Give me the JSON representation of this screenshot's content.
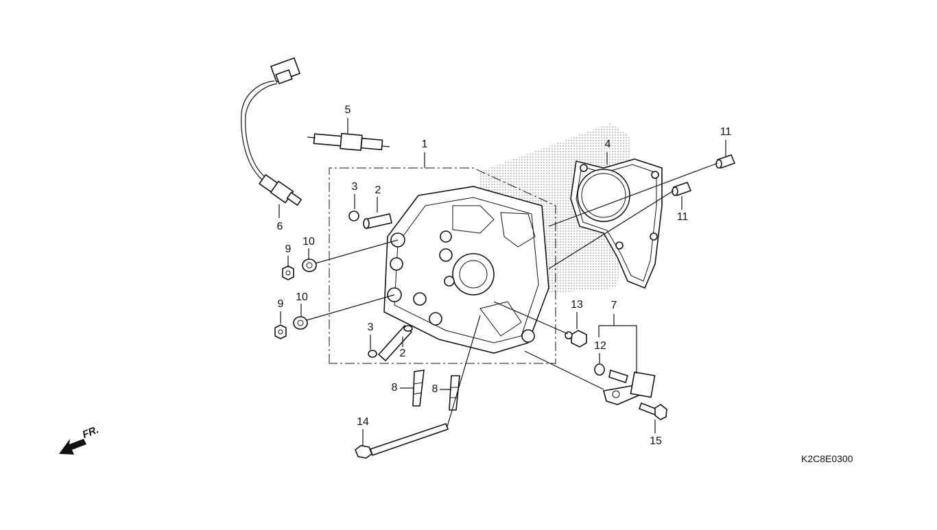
{
  "diagram": {
    "code": "K2C8E0300",
    "front_label": "FR.",
    "callouts": [
      {
        "id": "c1",
        "text": "1"
      },
      {
        "id": "c2a",
        "text": "2"
      },
      {
        "id": "c2b",
        "text": "2"
      },
      {
        "id": "c3a",
        "text": "3"
      },
      {
        "id": "c3b",
        "text": "3"
      },
      {
        "id": "c4",
        "text": "4"
      },
      {
        "id": "c5",
        "text": "5"
      },
      {
        "id": "c6",
        "text": "6"
      },
      {
        "id": "c7",
        "text": "7"
      },
      {
        "id": "c8a",
        "text": "8"
      },
      {
        "id": "c8b",
        "text": "8"
      },
      {
        "id": "c9a",
        "text": "9"
      },
      {
        "id": "c9b",
        "text": "9"
      },
      {
        "id": "c10a",
        "text": "10"
      },
      {
        "id": "c10b",
        "text": "10"
      },
      {
        "id": "c11a",
        "text": "11"
      },
      {
        "id": "c11b",
        "text": "11"
      },
      {
        "id": "c12",
        "text": "12"
      },
      {
        "id": "c13",
        "text": "13"
      },
      {
        "id": "c14",
        "text": "14"
      },
      {
        "id": "c15",
        "text": "15"
      }
    ]
  },
  "colors": {
    "line": "#111111",
    "background": "#ffffff",
    "stipple": "#555555"
  }
}
